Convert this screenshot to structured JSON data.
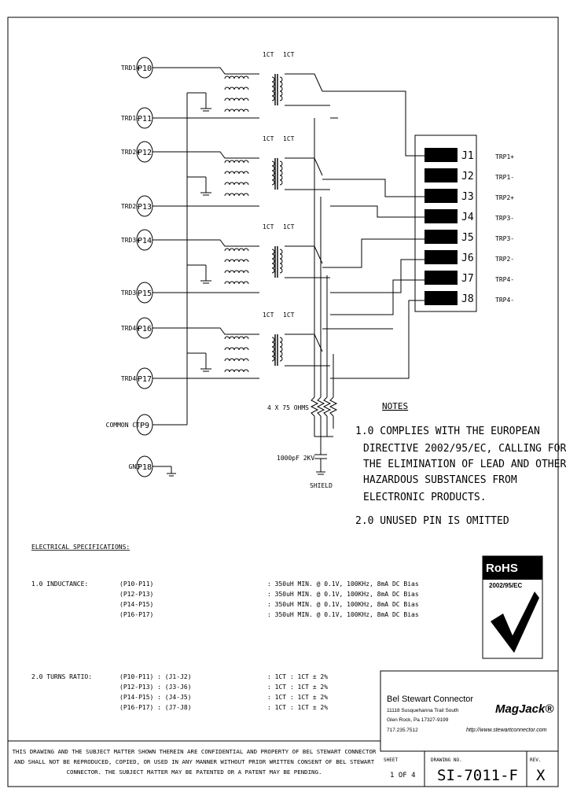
{
  "transformer_labels": [
    "1CT",
    "1CT"
  ],
  "rj45_pins": [
    "J1",
    "J2",
    "J3",
    "J4",
    "J5",
    "J6",
    "J7",
    "J8"
  ],
  "rj45_signals": [
    "TRP1+",
    "TRP1-",
    "TRP2+",
    "TRP3-",
    "TRP3-",
    "TRP2-",
    "TRP4-",
    "TRP4-"
  ],
  "magnetic_pins": [
    {
      "signal": "TRD1+",
      "pin": "P10"
    },
    {
      "signal": "TRD1-",
      "pin": "P11"
    },
    {
      "signal": "TRD2+",
      "pin": "P12"
    },
    {
      "signal": "TRD2-",
      "pin": "P13"
    },
    {
      "signal": "TRD3+",
      "pin": "P14"
    },
    {
      "signal": "TRD3-",
      "pin": "P15"
    },
    {
      "signal": "TRD4+",
      "pin": "P16"
    },
    {
      "signal": "TRD4-",
      "pin": "P17"
    },
    {
      "signal": "COMMON CT",
      "pin": "P9"
    },
    {
      "signal": "GND",
      "pin": "P18"
    }
  ],
  "termination": {
    "resistors": "4 X 75 OHMS",
    "capacitor": "1000pF 2KV",
    "shield": "SHIELD"
  },
  "notes": {
    "heading": "NOTES",
    "items": [
      "1.0 COMPLIES WITH THE EUROPEAN",
      "DIRECTIVE 2002/95/EC, CALLING FOR",
      "THE ELIMINATION OF LEAD AND OTHER",
      "HAZARDOUS SUBSTANCES FROM",
      "ELECTRONIC PRODUCTS.",
      "2.0 UNUSED PIN IS OMITTED"
    ]
  },
  "specs": {
    "heading": "ELECTRICAL SPECIFICATIONS:",
    "inductance_label": "1.0 INDUCTANCE:",
    "inductance_rows": [
      {
        "pins": "(P10-P11)",
        "value": ": 350uH MIN. @ 0.1V, 100KHz, 8mA DC Bias"
      },
      {
        "pins": "(P12-P13)",
        "value": ": 350uH MIN. @ 0.1V, 100KHz, 8mA DC Bias"
      },
      {
        "pins": "(P14-P15)",
        "value": ": 350uH MIN. @ 0.1V, 100KHz, 8mA DC Bias"
      },
      {
        "pins": "(P16-P17)",
        "value": ": 350uH MIN. @ 0.1V, 100KHz, 8mA DC Bias"
      }
    ],
    "turns_label": "2.0 TURNS RATIO:",
    "turns_rows": [
      {
        "pins": "(P10-P11) : (J1-J2)",
        "value": ": 1CT : 1CT ± 2%"
      },
      {
        "pins": "(P12-P13) : (J3-J6)",
        "value": ": 1CT : 1CT ± 2%"
      },
      {
        "pins": "(P14-P15) : (J4-J5)",
        "value": ": 1CT : 1CT ± 2%"
      },
      {
        "pins": "(P16-P17) : (J7-J8)",
        "value": ": 1CT : 1CT ± 2%"
      }
    ]
  },
  "rohs": {
    "title": "RoHS",
    "subtitle": "2002/95/EC"
  },
  "company": {
    "name": "Bel Stewart Connector",
    "address1": "11118 Susquehanna Trail South",
    "address2": "Glen Rock, Pa 17327-9199",
    "phone": "717.235.7512",
    "brand": "MagJack®",
    "url": "http://www.stewartconnector.com"
  },
  "disclaimer": [
    "THIS DRAWING AND THE SUBJECT MATTER SHOWN THEREIN ARE CONFIDENTIAL AND PROPERTY OF BEL STEWART CONNECTOR",
    "AND SHALL NOT BE REPRODUCED, COPIED, OR USED IN ANY MANNER WITHOUT PRIOR WRITTEN CONSENT OF BEL STEWART",
    "CONNECTOR. THE SUBJECT MATTER MAY BE PATENTED OR A PATENT MAY BE PENDING."
  ],
  "title_block": {
    "sheet_label": "SHEET",
    "sheet_value": "1 OF 4",
    "drawing_label": "DRAWING NO.",
    "drawing_value": "SI-7011-F",
    "rev_label": "REV.",
    "rev_value": "X"
  }
}
